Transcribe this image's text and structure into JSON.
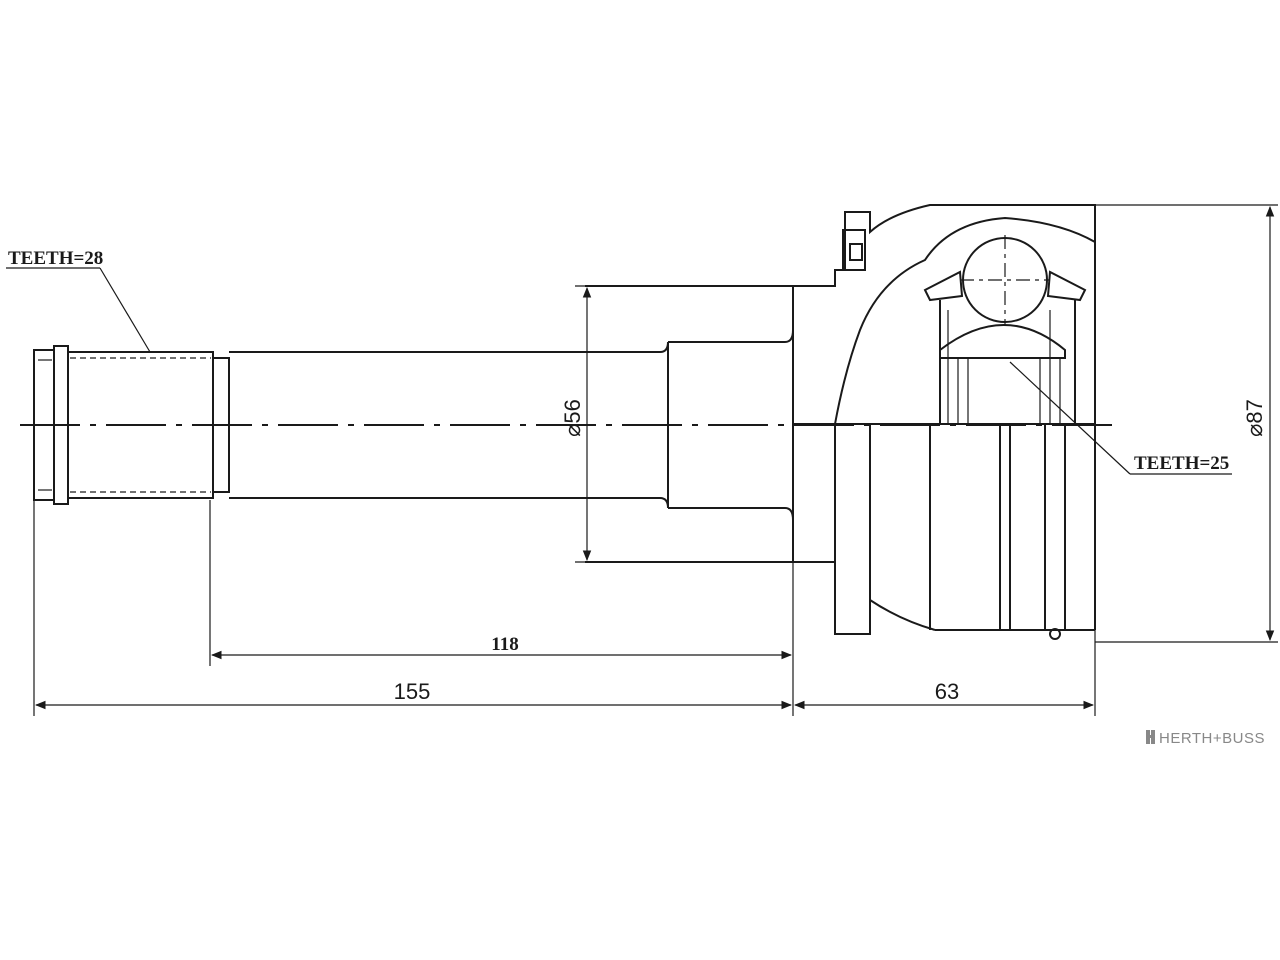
{
  "annotations": {
    "teeth_outer": "TEETH=28",
    "teeth_inner": "TEETH=25"
  },
  "dimensions": {
    "spline_to_joint": "118",
    "overall_shaft_length": "155",
    "joint_length": "63",
    "collar_diameter": "⌀56",
    "joint_diameter": "⌀87"
  },
  "brand": {
    "name": "HERTH+BUSS",
    "logo_icon": "hb-logo-icon"
  }
}
